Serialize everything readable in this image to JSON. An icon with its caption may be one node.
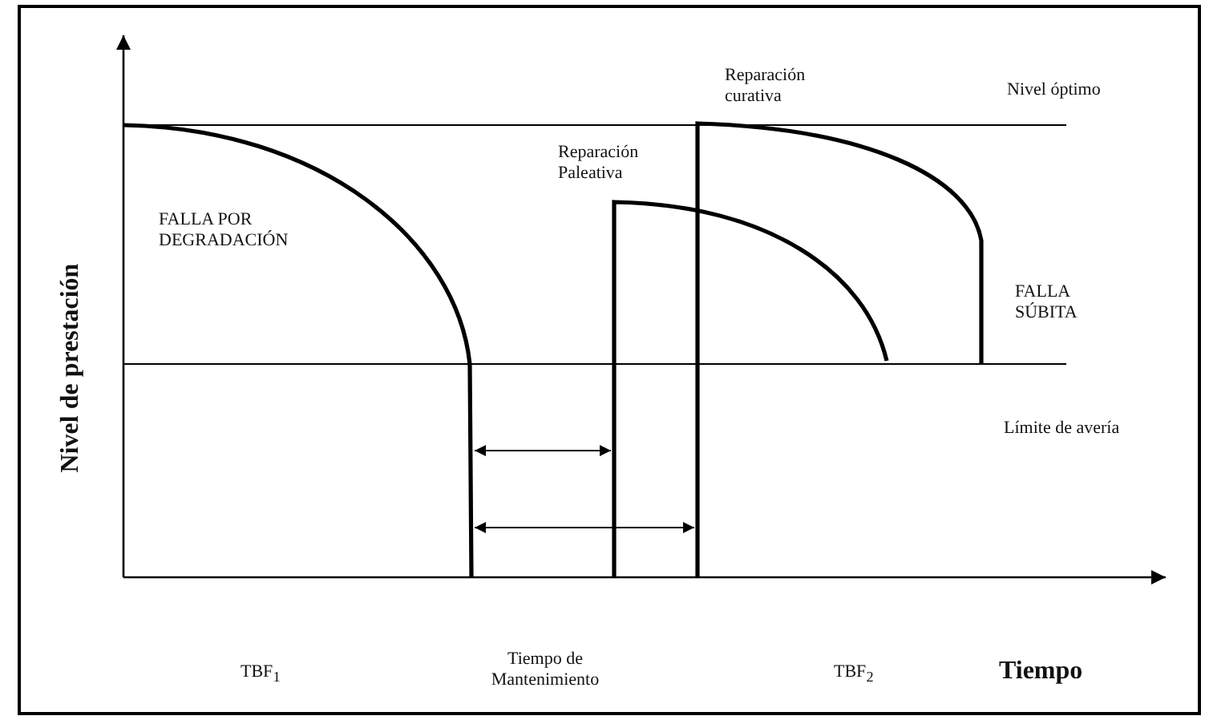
{
  "diagram": {
    "labels": [
      "Reparación curativa",
      "Nivel óptimo",
      "Reparación Paleativa",
      "FALLA POR DEGRADACIÓN",
      "Nivel de prestación",
      "FALLA SÚBITA",
      "Límite de avería",
      "TBF$_{1}$",
      "Tiempo de Mantenimiento",
      "TBF$_{2}$",
      "Tiempo"
    ]
  }
}
